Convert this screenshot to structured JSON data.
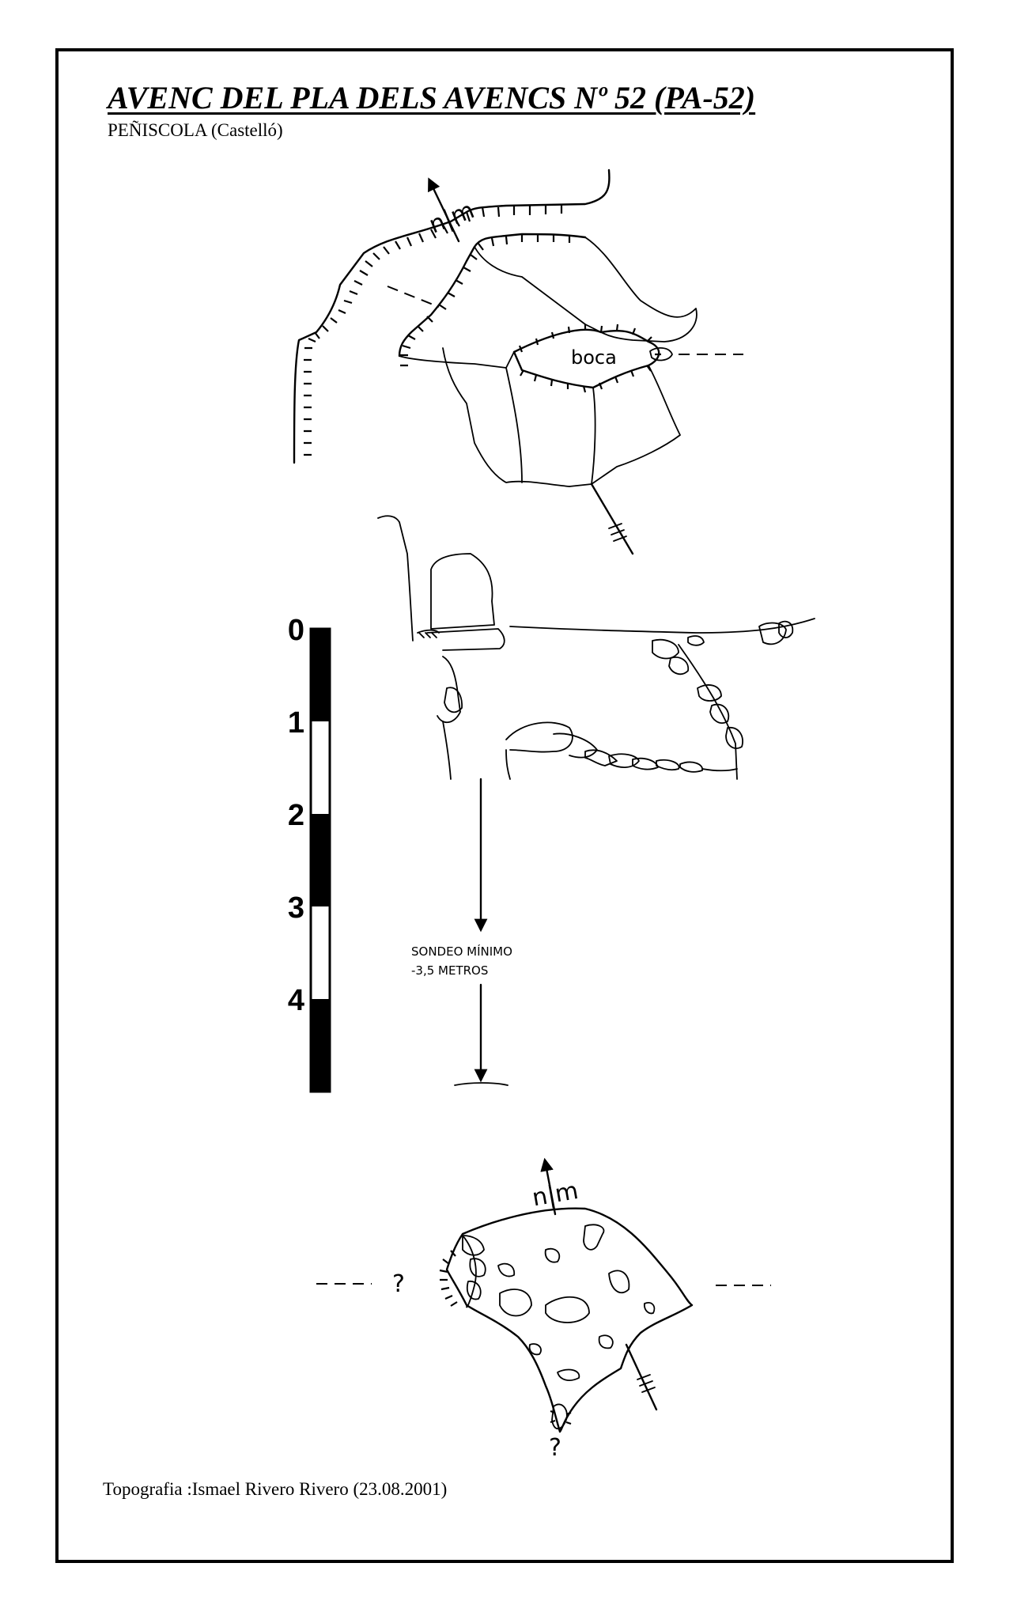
{
  "header": {
    "title": "AVENC DEL PLA DELS AVENCS Nº 52 (PA-52)",
    "subtitle": "PEÑISCOLA (Castelló)"
  },
  "plan_top": {
    "north_label": "n|m",
    "entrance_label": "boca"
  },
  "section": {
    "sounding_line1": "SONDEO MÍNIMO",
    "sounding_line2": "-3,5 METROS"
  },
  "scale": {
    "ticks": [
      "0",
      "1",
      "2",
      "3",
      "4"
    ],
    "segment_colors": [
      "#000000",
      "#ffffff",
      "#000000",
      "#ffffff",
      "#000000"
    ]
  },
  "plan_bottom": {
    "north_label": "n|m",
    "unknown_left": "?",
    "unknown_bottom": "?"
  },
  "footer": {
    "credit": "Topografia :Ismael Rivero Rivero (23.08.2001)"
  }
}
